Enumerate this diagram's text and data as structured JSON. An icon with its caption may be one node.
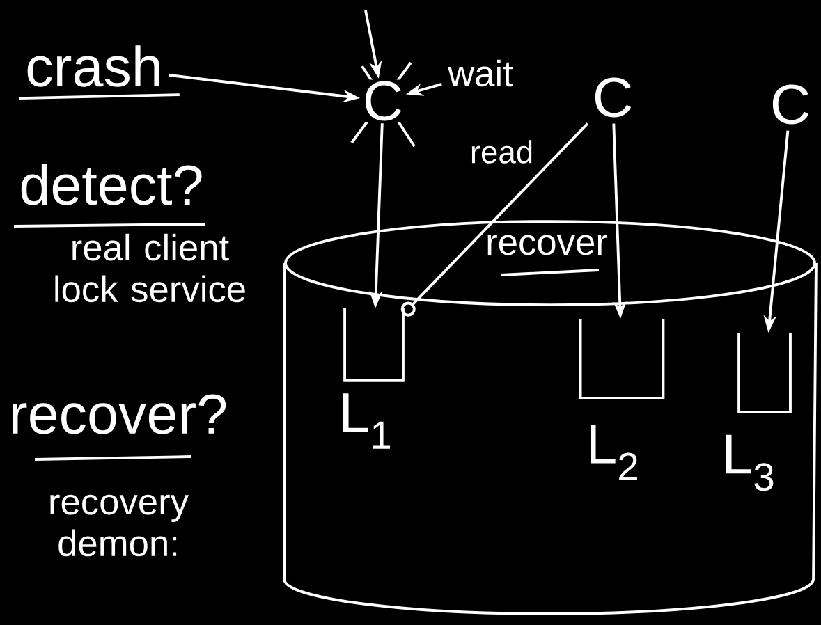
{
  "diagram": {
    "nodes": [
      {
        "text": [
          "C"
        ]
      },
      {
        "text": [
          "C"
        ]
      },
      {
        "text": [
          "C"
        ]
      },
      {
        "text": [
          "crash"
        ]
      },
      {
        "text": [
          "wait"
        ]
      },
      {
        "text": [
          "recover"
        ]
      },
      {
        "text": [],
        "shape": "box",
        "in": 5,
        "beside": [
          "L$_{1}$"
        ]
      },
      {
        "text": [],
        "shape": "box",
        "in": 5,
        "beside": [
          "L$_{2}$"
        ]
      },
      {
        "text": [],
        "shape": "box",
        "in": 5,
        "beside": [
          "L$_{3}$"
        ]
      }
    ],
    "edges": [
      {
        "from": 3,
        "to": 0,
        "arrow": "to"
      },
      {
        "from": 4,
        "to": 0,
        "arrow": "to"
      },
      {
        "from": null,
        "to": 0,
        "arrow": "to"
      },
      {
        "from": 0,
        "to": 6,
        "arrow": "to"
      },
      {
        "from": 1,
        "to": 7,
        "arrow": "to"
      },
      {
        "from": 2,
        "to": 8,
        "arrow": "to"
      },
      {
        "from": 1,
        "to": 6,
        "arrow": "other",
        "label": "read"
      }
    ],
    "labels": [
      "detect?",
      "real client lock service",
      "recover?",
      "recovery demon:"
    ]
  }
}
